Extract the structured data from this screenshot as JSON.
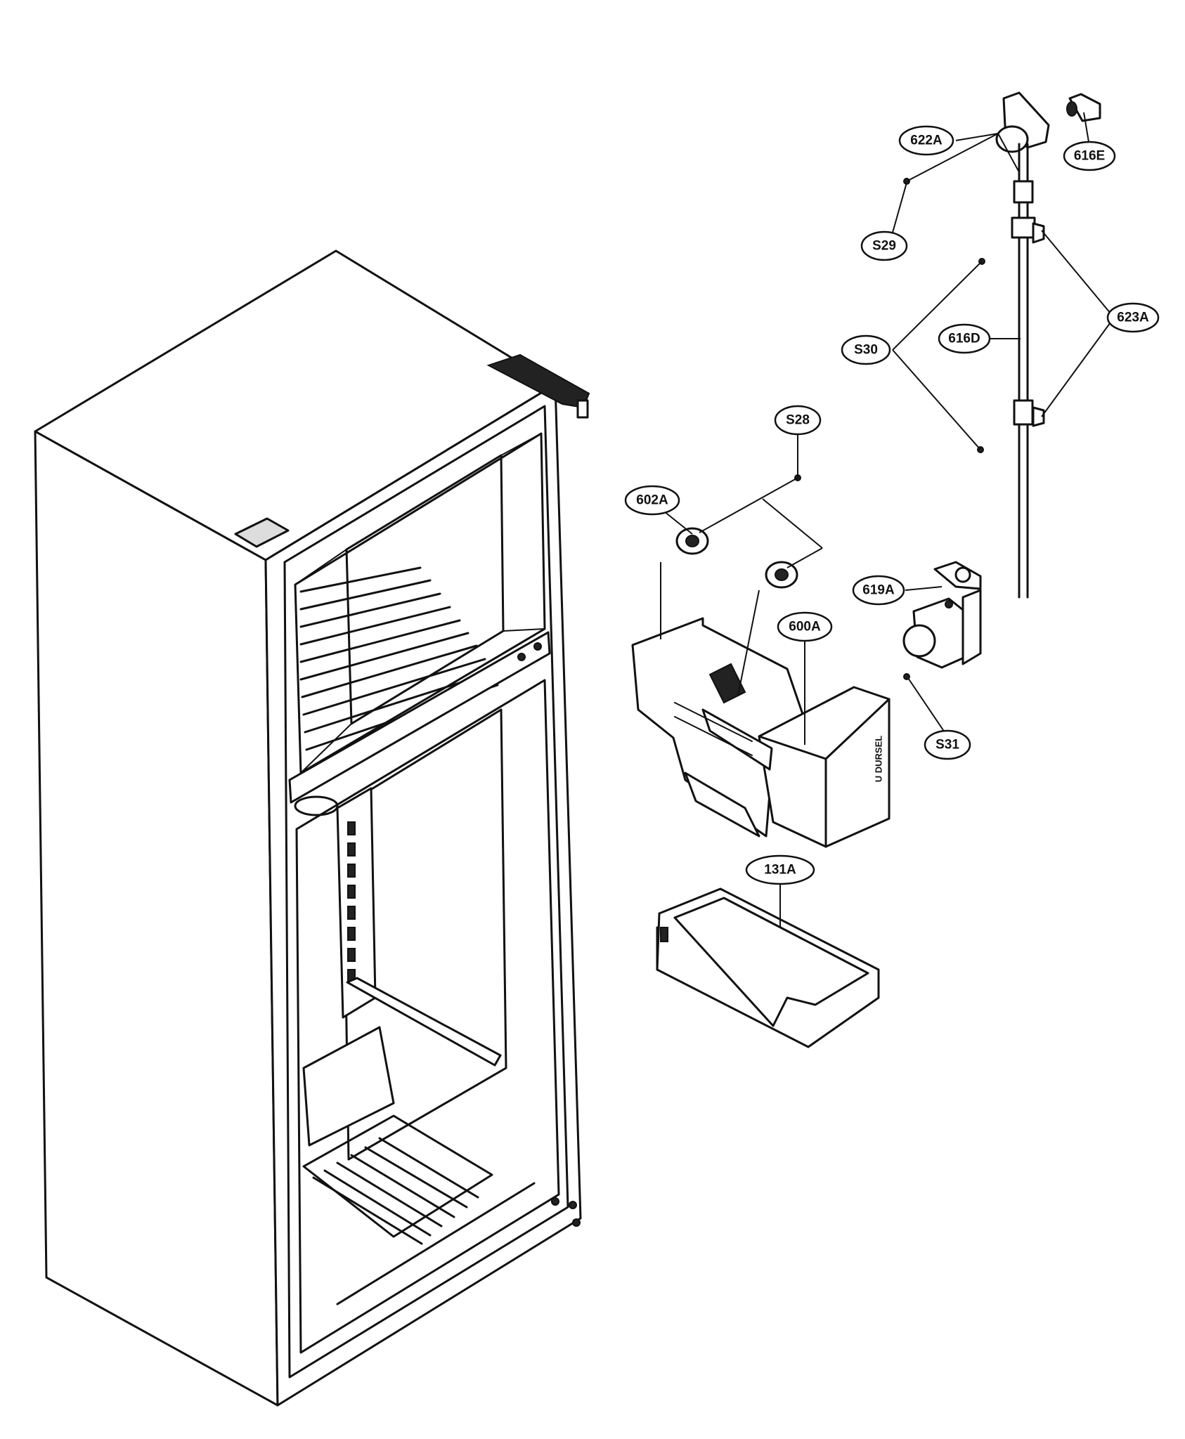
{
  "callouts": {
    "c622A": "622A",
    "c616E": "616E",
    "cS29": "S29",
    "cS30": "S30",
    "c616D": "616D",
    "c623A": "623A",
    "cS28": "S28",
    "c602A": "602A",
    "c619A": "619A",
    "c600A": "600A",
    "cS31": "S31",
    "c131A": "131A"
  }
}
